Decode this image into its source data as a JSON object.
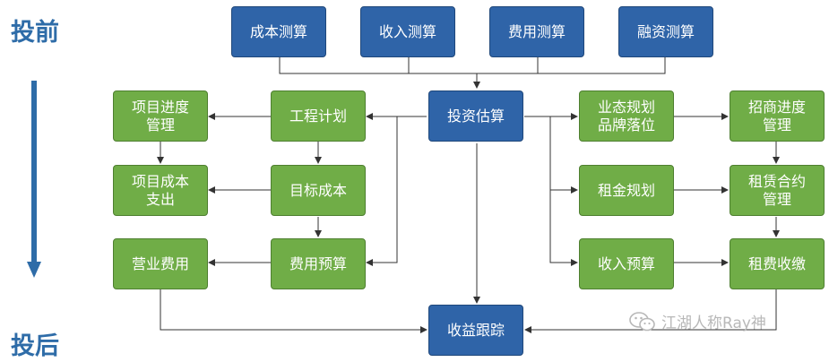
{
  "stages": {
    "pre": "投前",
    "post": "投后"
  },
  "nodes": {
    "cost_calc": "成本测算",
    "income_calc": "收入测算",
    "expense_calc": "费用测算",
    "finance_calc": "融资测算",
    "investment_estimate": "投资估算",
    "engineering_plan": "工程计划",
    "project_progress": "项目进度\n管理",
    "target_cost": "目标成本",
    "project_cost_expense": "项目成本\n支出",
    "expense_budget": "费用预算",
    "operating_expense": "营业费用",
    "format_planning": "业态规划\n品牌落位",
    "leasing_progress": "招商进度\n管理",
    "rent_planning": "租金规划",
    "lease_contract": "租赁合约\n管理",
    "income_budget": "收入预算",
    "rent_collection": "租费收缴",
    "income_tracking": "收益跟踪"
  },
  "watermark": {
    "text": "江湖人称Ray神",
    "icon": "wechat-icon"
  },
  "colors": {
    "blue": "#2f64a8",
    "green": "#70ad47",
    "label": "#2e6ca8",
    "line": "#333333"
  }
}
